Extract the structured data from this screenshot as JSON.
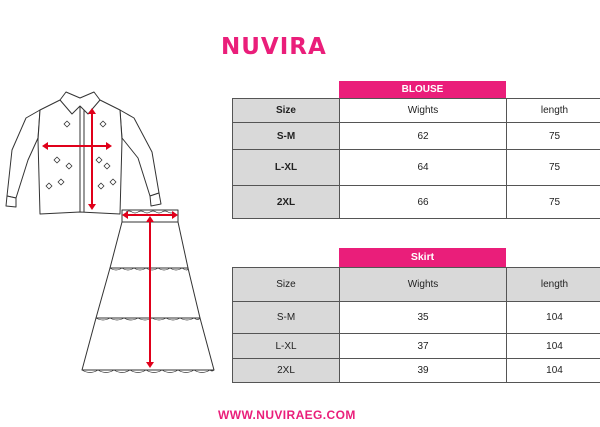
{
  "brand": "NUVIRA",
  "website": "WWW.NUVIRAEG.COM",
  "blouse": {
    "title": "BLOUSE",
    "headers": [
      "Size",
      "Wights",
      "length"
    ],
    "rows": [
      {
        "size": "S-M",
        "weight": "62",
        "length": "75"
      },
      {
        "size": "L-XL",
        "weight": "64",
        "length": "75"
      },
      {
        "size": "2XL",
        "weight": "66",
        "length": "75"
      }
    ]
  },
  "skirt": {
    "title": "Skirt",
    "headers": [
      "Size",
      "Wights",
      "length"
    ],
    "rows": [
      {
        "size": "S-M",
        "weight": "35",
        "length": "104"
      },
      {
        "size": "L-XL",
        "weight": "37",
        "length": "104"
      },
      {
        "size": "2XL",
        "weight": "39",
        "length": "104"
      }
    ]
  },
  "colors": {
    "accent": "#ea1e7a",
    "header_fill": "#d9d9d9",
    "measure_line": "#e0001a"
  },
  "illustrations": [
    "blouse-illustration",
    "skirt-illustration"
  ]
}
